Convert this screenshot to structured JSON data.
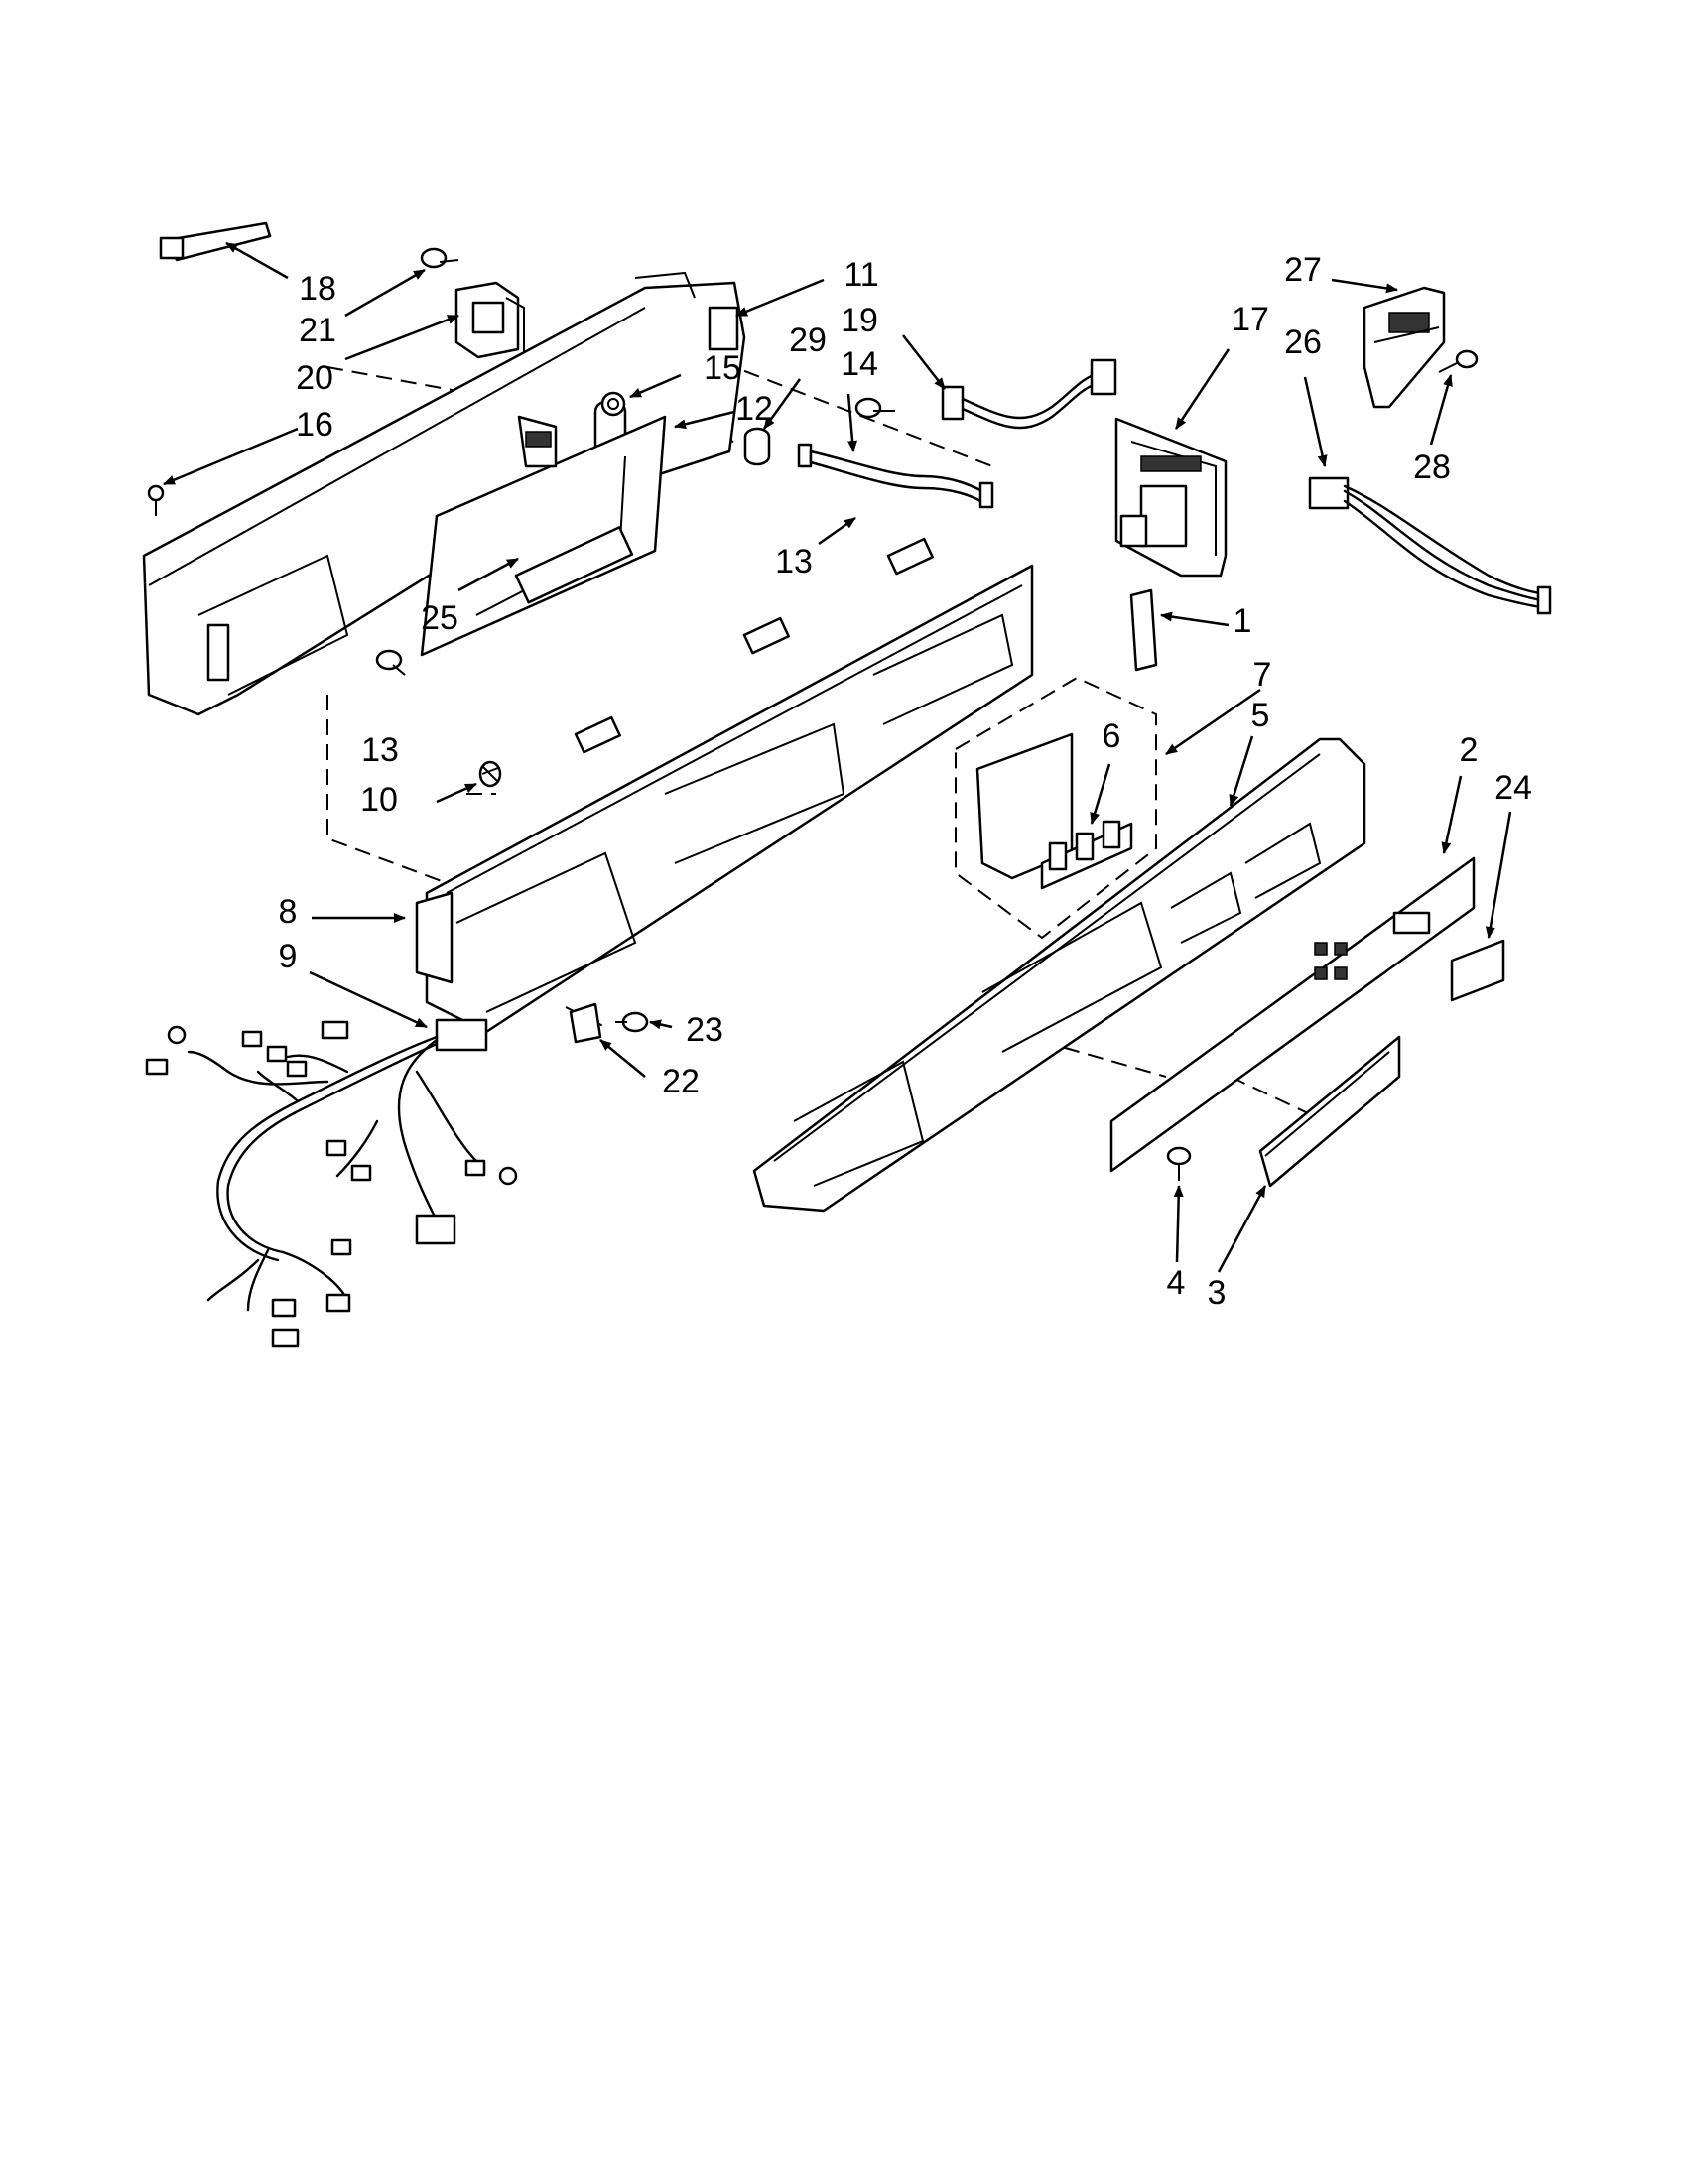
{
  "callouts": [
    {
      "id": "18",
      "text": "18"
    },
    {
      "id": "21",
      "text": "21"
    },
    {
      "id": "20",
      "text": "20"
    },
    {
      "id": "16",
      "text": "16"
    },
    {
      "id": "11",
      "text": "11"
    },
    {
      "id": "29",
      "text": "29"
    },
    {
      "id": "19",
      "text": "19"
    },
    {
      "id": "14",
      "text": "14"
    },
    {
      "id": "17",
      "text": "17"
    },
    {
      "id": "27",
      "text": "27"
    },
    {
      "id": "26",
      "text": "26"
    },
    {
      "id": "28",
      "text": "28"
    },
    {
      "id": "15",
      "text": "15"
    },
    {
      "id": "12",
      "text": "12"
    },
    {
      "id": "13a",
      "text": "13"
    },
    {
      "id": "25",
      "text": "25"
    },
    {
      "id": "13b",
      "text": "13"
    },
    {
      "id": "10",
      "text": "10"
    },
    {
      "id": "1",
      "text": "1"
    },
    {
      "id": "7",
      "text": "7"
    },
    {
      "id": "5",
      "text": "5"
    },
    {
      "id": "6",
      "text": "6"
    },
    {
      "id": "2",
      "text": "2"
    },
    {
      "id": "24",
      "text": "24"
    },
    {
      "id": "8",
      "text": "8"
    },
    {
      "id": "9",
      "text": "9"
    },
    {
      "id": "23",
      "text": "23"
    },
    {
      "id": "22",
      "text": "22"
    },
    {
      "id": "4",
      "text": "4"
    },
    {
      "id": "3",
      "text": "3"
    }
  ]
}
